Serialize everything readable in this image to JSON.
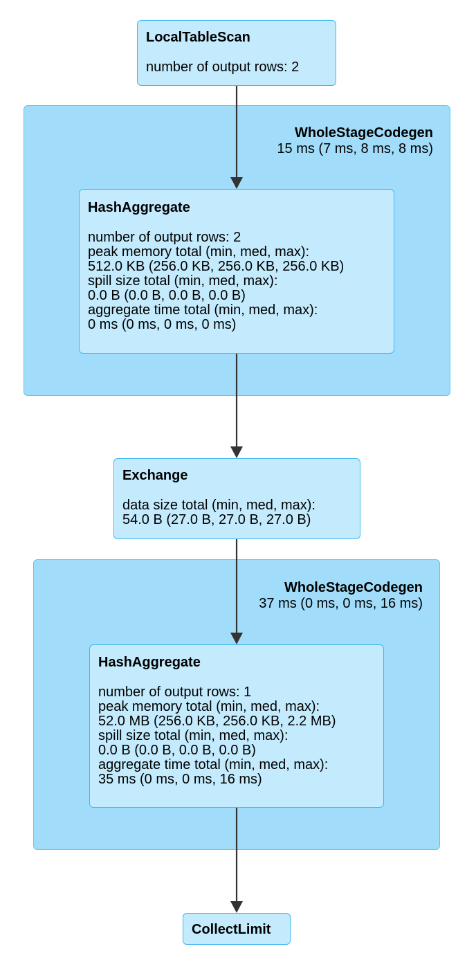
{
  "clusters": [
    {
      "name": "WholeStageCodegen",
      "metric": "15 ms (7 ms, 8 ms, 8 ms)"
    },
    {
      "name": "WholeStageCodegen",
      "metric": "37 ms (0 ms, 0 ms, 16 ms)"
    }
  ],
  "nodes": {
    "local_table_scan": {
      "title": "LocalTableScan",
      "lines": [
        "number of output rows: 2"
      ]
    },
    "hash_aggregate_1": {
      "title": "HashAggregate",
      "lines": [
        "number of output rows: 2",
        "peak memory total (min, med, max):",
        "512.0 KB (256.0 KB, 256.0 KB, 256.0 KB)",
        "spill size total (min, med, max):",
        "0.0 B (0.0 B, 0.0 B, 0.0 B)",
        "aggregate time total (min, med, max):",
        "0 ms (0 ms, 0 ms, 0 ms)"
      ]
    },
    "exchange": {
      "title": "Exchange",
      "lines": [
        "data size total (min, med, max):",
        "54.0 B (27.0 B, 27.0 B, 27.0 B)"
      ]
    },
    "hash_aggregate_2": {
      "title": "HashAggregate",
      "lines": [
        "number of output rows: 1",
        "peak memory total (min, med, max):",
        "52.0 MB (256.0 KB, 256.0 KB, 2.2 MB)",
        "spill size total (min, med, max):",
        "0.0 B (0.0 B, 0.0 B, 0.0 B)",
        "aggregate time total (min, med, max):",
        "35 ms (0 ms, 0 ms, 16 ms)"
      ]
    },
    "collect_limit": {
      "title": "CollectLimit",
      "lines": []
    }
  },
  "colors": {
    "cluster_fill": "#a1ddfa",
    "cluster_border": "#5cc5f2",
    "node_fill": "#c3ebfd",
    "node_border": "#3fb8ef",
    "edge": "#333333"
  }
}
